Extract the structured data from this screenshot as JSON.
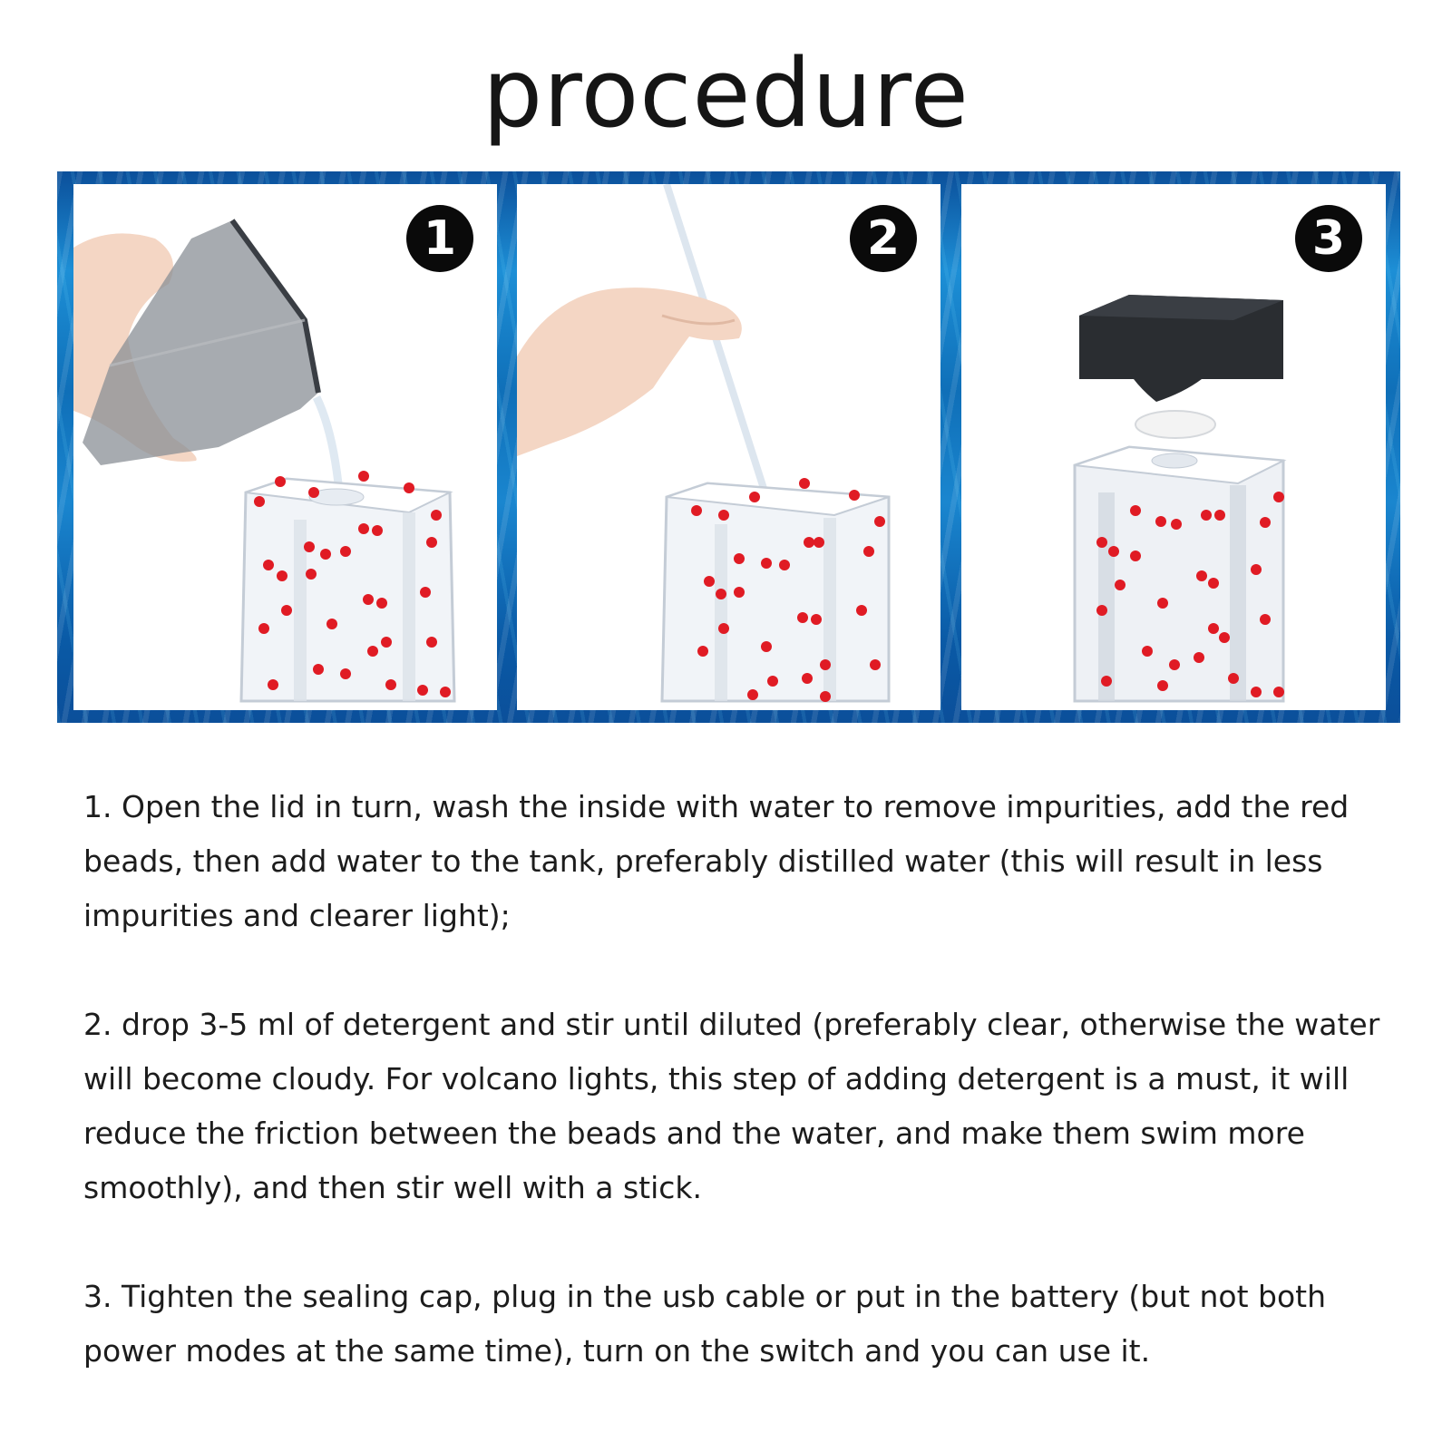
{
  "title": "procedure",
  "panels": [
    {
      "number": "1",
      "colors": {
        "beads": "#e01b24",
        "pitcher": "#7a7f86"
      }
    },
    {
      "number": "2",
      "colors": {
        "beads": "#e01b24"
      }
    },
    {
      "number": "3",
      "colors": {
        "beads": "#e01b24",
        "cap": "#2a2d31"
      }
    }
  ],
  "steps": [
    "1. Open the lid in turn, wash the inside with water to remove impurities, add the red beads, then add water to the tank, preferably distilled water (this will result in less impurities and clearer light);",
    "2. drop 3-5 ml of detergent and stir until diluted (preferably clear, otherwise the water will become cloudy. For volcano lights, this step of adding detergent is a must, it will reduce the friction between the beads and the water, and make them swim more smoothly), and then stir well with a stick.",
    "3. Tighten the sealing cap, plug in the usb cable or put in the battery (but not both power modes at the same time), turn on the switch and you can use it."
  ]
}
